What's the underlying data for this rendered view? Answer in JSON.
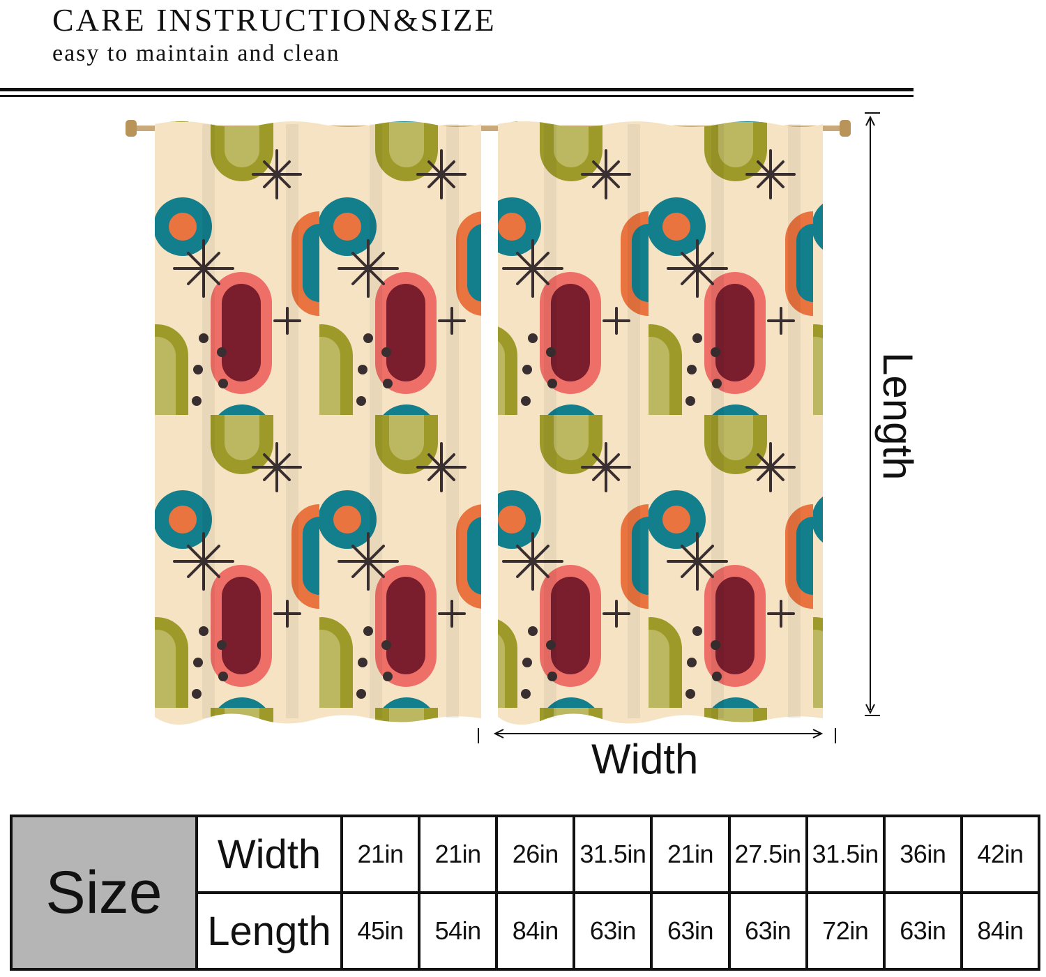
{
  "header": {
    "title": "CARE INSTRUCTION&SIZE",
    "subtitle": "easy to maintain and clean"
  },
  "diagram": {
    "width_label": "Width",
    "length_label": "Length",
    "colors": {
      "background": "#f5e3c3",
      "teal": "#137e8c",
      "light_teal": "#6ba9b6",
      "orange": "#e9743f",
      "coral": "#ee6f68",
      "maroon": "#7a1e2e",
      "olive": "#9e9a2a",
      "light_olive": "#bcb861",
      "star": "#3a2f30",
      "rod": "#c9a97a"
    }
  },
  "size_table": {
    "header": "Size",
    "width_label": "Width",
    "length_label": "Length",
    "widths": [
      "21in",
      "21in",
      "26in",
      "31.5in",
      "21in",
      "27.5in",
      "31.5in",
      "36in",
      "42in"
    ],
    "lengths": [
      "45in",
      "54in",
      "84in",
      "63in",
      "63in",
      "63in",
      "72in",
      "63in",
      "84in"
    ]
  }
}
